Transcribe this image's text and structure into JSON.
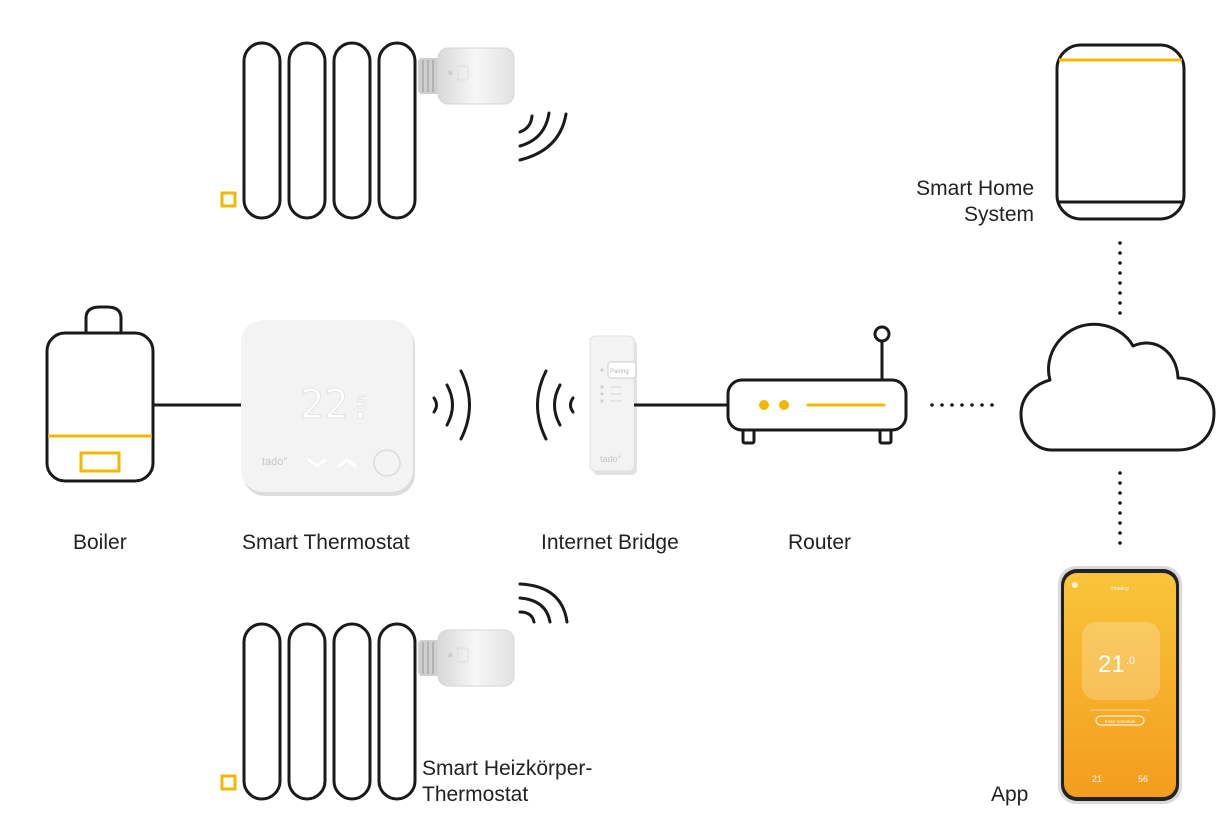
{
  "labels": {
    "boiler": "Boiler",
    "thermostat": "Smart Thermostat",
    "bridge": "Internet Bridge",
    "router": "Router",
    "smart_home": [
      "Smart Home",
      "System"
    ],
    "radiator_thermostat": [
      "Smart Heizkörper-",
      "Thermostat"
    ],
    "app": "App"
  },
  "device_text": {
    "thermostat_display": "22.",
    "thermostat_display_small": "5",
    "thermostat_brand": "tado°",
    "bridge_brand": "tado°",
    "bridge_button": "Pairing",
    "phone_header": "Heating",
    "phone_temp": "21",
    "phone_temp_small": ".0",
    "phone_button": "Enter Schedule",
    "phone_stat_1": "21",
    "phone_stat_2": "56"
  },
  "colors": {
    "accent": "#F5B800",
    "line": "#1a1a1a",
    "device_white": "#F3F3F3",
    "device_shadow": "#DCDCDC",
    "phone_orange": "#F6A623"
  }
}
